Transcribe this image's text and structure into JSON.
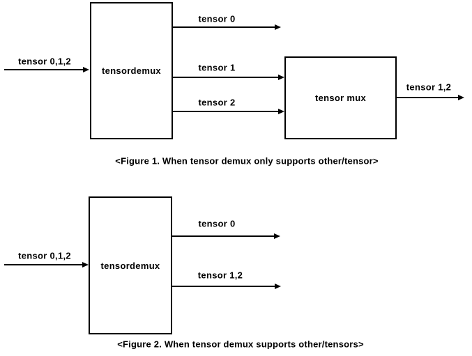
{
  "colors": {
    "ink": "#000000",
    "background": "#ffffff"
  },
  "figure1": {
    "demux_box_label": "tensordemux",
    "mux_box_label": "tensor mux",
    "input_arrow_label": "tensor 0,1,2",
    "output_arrow_labels": [
      "tensor 0",
      "tensor 1",
      "tensor 2"
    ],
    "mux_output_arrow_label": "tensor 1,2",
    "caption": "<Figure 1. When tensor demux only supports other/tensor>"
  },
  "figure2": {
    "demux_box_label": "tensordemux",
    "input_arrow_label": "tensor 0,1,2",
    "output_arrow_labels": [
      "tensor 0",
      "tensor 1,2"
    ],
    "caption": "<Figure 2. When tensor demux supports other/tensors>"
  }
}
